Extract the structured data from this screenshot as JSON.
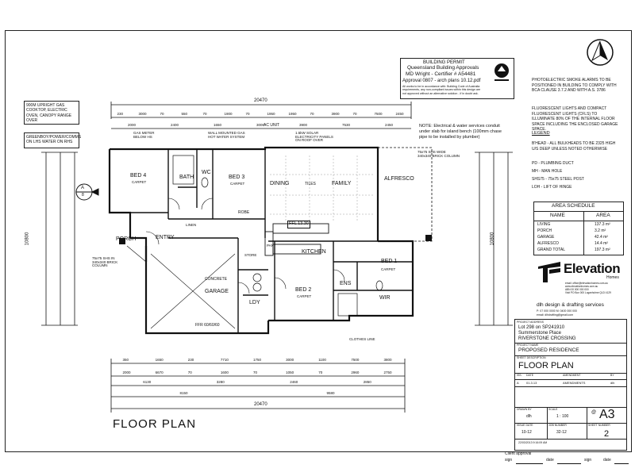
{
  "permit": {
    "title": "BUILDING PERMIT",
    "line1": "Queensland Building Approvals",
    "line2": "MD Wright - Certifier # A54481",
    "line3": "Approval 0807 - arch plans 10.12.pdf",
    "note": "All works to be in accordance with: Building Code of Australia requirements, any non-compliant issues within this design are not approved without an alternative solution - if in doubt ask."
  },
  "notes": {
    "upright": "900M UPRIGHT GAS COOKTOP, ELECTRIC OVEN, CANOPY RANGE OVER",
    "greenboy": "GREENBOY/POWER/COMMS ON LHS WATER ON RHS",
    "electrical": "NOTE: Electrical & water services conduit under slab for island bench (100mm chase pipe to be installed by plumber)"
  },
  "dims": {
    "overall_top": "20470",
    "overall_bottom": "20470",
    "top_row": [
      "230",
      "3000",
      "70",
      "550",
      "70",
      "1900",
      "70",
      "1950",
      "1950",
      "70",
      "3900",
      "70",
      "7500",
      "2450"
    ],
    "top_row2": [
      "2000",
      "2400",
      "1650",
      "3000",
      "3900",
      "7530",
      "2450"
    ],
    "left_total": "10800",
    "right_total": "10800",
    "bottom_row1": [
      "350",
      "1650",
      "230",
      "7710",
      "1750",
      "3000",
      "1100",
      "7500",
      "3800"
    ],
    "bottom_row2": [
      "2000",
      "6670",
      "70",
      "1600",
      "70",
      "1050",
      "70",
      "2960",
      "2750"
    ],
    "bottom_row3": [
      "6130",
      "3280",
      "2460",
      "2850"
    ],
    "bottom_row4": [
      "8150",
      "9580"
    ]
  },
  "rooms": {
    "bed4": "BED 4",
    "bed4_sub": "CARPET",
    "bath": "BATH",
    "wc": "WC",
    "bed3": "BED 3",
    "bed3_sub": "CARPET",
    "robe": "ROBE",
    "dining": "DINING",
    "tiles": "TILES",
    "family": "FAMILY",
    "alfresco": "ALFRESCO",
    "porch": "PORCH",
    "entry": "ENTRY",
    "kitchen": "KITCHEN",
    "bed1": "BED 1",
    "bed1_sub": "CARPET",
    "ens": "ENS",
    "wir": "WIR",
    "bed2": "BED 2",
    "bed2_sub": "CARPET",
    "ldy": "LDY",
    "garage": "GARAGE",
    "concrete": "CONCRETE",
    "ffl": "FFL 13.30",
    "ffl_garage": "FFR 60/60/60",
    "linen": "LINEN",
    "pantry": "PANT",
    "store": "STORE",
    "clothes_line": "CLOTHES LINE",
    "gas_meter": "GAS METER BELOW HS",
    "wall_hws": "WALL MOUNTED GAS HOT WATER SYSTEM",
    "ac_unit": "AC UNIT",
    "solar": "1.5kW SOLAR ELECTRICITY PANELS ON ROOF OVER",
    "brick_column_l": "75x75 SHS IN 340x340 BRICK COLUMN",
    "brick_column_r": "75x75 SHS WIDE 340x340 BRICK COLUMN",
    "section": "A",
    "section_sheet": "8"
  },
  "drawing_title": "FLOOR PLAN",
  "legend": {
    "smoke": "PHOTOELECTRIC SMOKE ALARMS TO BE POSITIONED IN BUILDING TO COMPLY WITH BCA CLAUSE 3.7.2 AND WITH A.S. 3786",
    "fluoro": "FLUORESCENT LIGHTS AND COMPACT FLUORESCENT LIGHTS (CFLS) TO ILLUMINATE 80% OF THE INTERNAL FLOOR SPACE INCLUDING THE ENCLOSED GARAGE SPACE.",
    "heading": "LEGEND",
    "bhead": "B'HEAD - ALL BULKHEADS TO BE 2325 HIGH U/S DEEP UNLESS NOTED OTHERWISE",
    "pd": "PD - PLUMBING DUCT",
    "mh": "MH - MAN HOLE",
    "shs": "SHS75 - 75x75 STEEL POST",
    "loh": "LOH - LIFT OF HINGE"
  },
  "area_schedule": {
    "title": "AREA SCHEDULE",
    "col_name": "NAME",
    "col_area": "AREA",
    "rows": [
      {
        "name": "LIVING",
        "area": "137.3 m²"
      },
      {
        "name": "PORCH",
        "area": "3.2 m²"
      },
      {
        "name": "GARAGE",
        "area": "42.4 m²"
      },
      {
        "name": "ALFRESCO",
        "area": "14.4 m²"
      },
      {
        "name": "GRAND TOTAL",
        "area": "197.3 m²"
      }
    ]
  },
  "logo": {
    "name": "Elevation",
    "sub": "Homes",
    "contact1": "email: office@elevationhomes.com.au",
    "contact2": "www.elevationhomes.com.au",
    "contact3": "ABN 00 000 000 000",
    "contact4": "Visit PO Box 000 Loganholme QLD 4129"
  },
  "drafting": {
    "name": "dlh design & drafting services",
    "line1": "P: 07 000 0000  M: 0400 000 000",
    "line2": "email: dlhdrafting@gmail.com"
  },
  "project": {
    "address_label": "PROJECT ADDRESS",
    "lot": "Lot 298 on SP241910",
    "street": "Summerstone Place",
    "suburb": "RIVERSTONE CROSSING",
    "name_label": "PROJECT NAME",
    "name": "PROPOSED RESIDENCE",
    "sheet_label": "SHEET DESCRIPTION",
    "sheet": "FLOOR PLAN"
  },
  "revisions": {
    "col_issue": "ISS.",
    "col_date": "DATE",
    "col_amend": "AMENDMENT",
    "col_by": "BY",
    "row_issue": "A",
    "row_date": "01.3.13",
    "row_amend": "AMENDMENTS",
    "row_by": "dlh"
  },
  "titleblock": {
    "drawn_label": "DRAWN BY",
    "drawn": "dlh",
    "scale_label": "SCALE",
    "scale": "1 : 100",
    "size_prefix": "@",
    "size": "A3",
    "issue_label": "ISSUE DATE",
    "issue": "10-12",
    "job_label": "JOB NUMBER",
    "job": "32-12",
    "sheet_label": "SHEET NUMBER",
    "sheet": "2",
    "plot": "22/03/2013 9:16:09 AM"
  },
  "approval": {
    "title": "Client approval",
    "sign": "sign",
    "date": "date"
  }
}
